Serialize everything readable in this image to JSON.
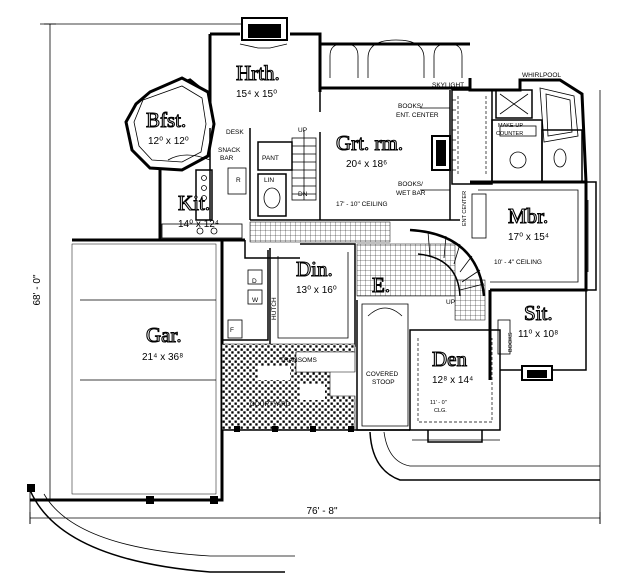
{
  "rooms": {
    "hrth": {
      "name": "Hrth.",
      "dims": "15⁴ x 15⁰"
    },
    "bfst": {
      "name": "Bfst.",
      "dims": "12⁰ x 12⁰"
    },
    "grtrm": {
      "name": "Grt. rm.",
      "dims": "20⁴ x 18⁶"
    },
    "kit": {
      "name": "Kit.",
      "dims": "14⁰ x 12⁴"
    },
    "mbr": {
      "name": "Mbr.",
      "dims": "17⁰ x 15⁴"
    },
    "din": {
      "name": "Din.",
      "dims": "13⁰ x 16⁰"
    },
    "entry": {
      "name": "E."
    },
    "gar": {
      "name": "Gar.",
      "dims": "21⁴ x 36⁸"
    },
    "sit": {
      "name": "Sit.",
      "dims": "11⁰ x 10⁸"
    },
    "den": {
      "name": "Den",
      "dims": "12⁸ x 14⁴"
    }
  },
  "labels": {
    "skylight": "SKYLIGHT",
    "whirlpool": "WHIRLPOOL",
    "makeup_1": "MAKE-UP",
    "makeup_2": "COUNTER",
    "books_ent_1": "BOOKS/",
    "books_ent_2": "ENT. CENTER",
    "books_wet_1": "BOOKS/",
    "books_wet_2": "WET BAR",
    "desk": "DESK",
    "up_hall": "UP",
    "snack_1": "SNACK",
    "snack_2": "BAR",
    "pant": "PANT",
    "lin": "LIN",
    "r": "R",
    "dn": "DN",
    "ceiling_grt": "17' - 10\" CEILING",
    "ent_center": "ENT CENTER",
    "ceiling_mbr": "10' - 4\" CEILING",
    "d": "D",
    "w": "W",
    "hutch": "HUTCH",
    "f": "F",
    "up_stair": "UP",
    "books_sit": "BOOKS",
    "transoms": "TRANSOMS",
    "covered_1": "COVERED",
    "covered_2": "STOOP",
    "courtyard": "COURTYARD",
    "clg_1": "11' - 0\"",
    "clg_2": "CLG."
  },
  "overall": {
    "depth": "68' - 0\"",
    "width": "76' - 8\""
  }
}
